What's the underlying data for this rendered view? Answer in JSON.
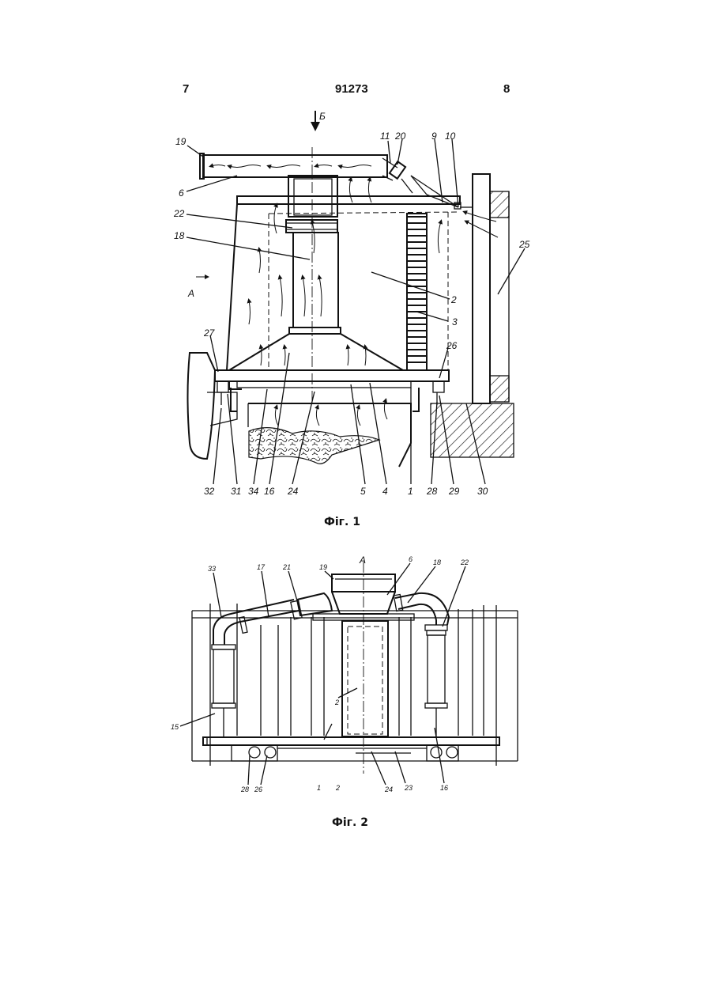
{
  "header": {
    "page_left": "7",
    "patent_number": "91273",
    "page_right": "8"
  },
  "figures": [
    {
      "caption": "Фіг. 1",
      "view_arrow": "Б",
      "section_mark": "А",
      "labels": [
        "19",
        "6",
        "22",
        "18",
        "11",
        "20",
        "9",
        "10",
        "25",
        "2",
        "3",
        "27",
        "26",
        "32",
        "31",
        "34",
        "16",
        "24",
        "5",
        "4",
        "1",
        "28",
        "29",
        "30"
      ]
    },
    {
      "caption": "Фіг. 2",
      "view_mark": "А",
      "labels": [
        "33",
        "17",
        "21",
        "19",
        "6",
        "18",
        "22",
        "15",
        "2",
        "1",
        "16",
        "28",
        "26",
        "24",
        "23"
      ]
    }
  ]
}
